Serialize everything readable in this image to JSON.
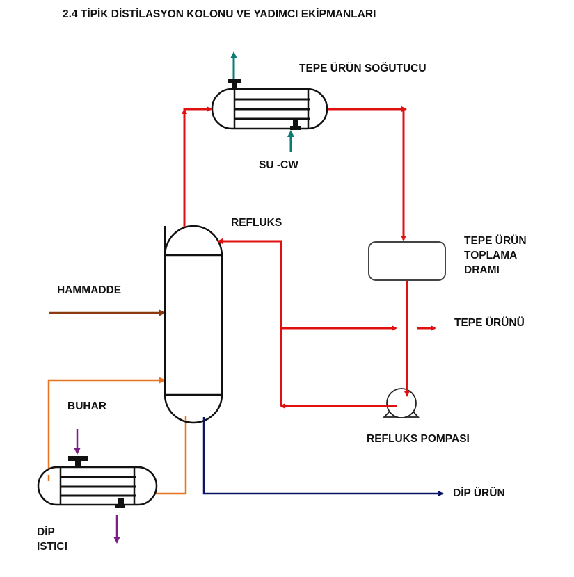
{
  "title": "2.4 TİPİK DİSTİLASYON KOLONU VE YADIMCI EKİPMANLARI",
  "labels": {
    "condenser": "TEPE ÜRÜN SOĞUTUCU",
    "cooling_water": "SU -CW",
    "reflux": "REFLUKS",
    "drum_line1": "TEPE ÜRÜN",
    "drum_line2": "TOPLAMA",
    "drum_line3": "DRAMI",
    "feed": "HAMMADDE",
    "top_product": "TEPE ÜRÜNÜ",
    "steam": "BUHAR",
    "reflux_pump": "REFLUKS POMPASI",
    "bottom_product": "DİP ÜRÜN",
    "reboiler_line1": "DİP",
    "reboiler_line2": "ISTICI"
  },
  "colors": {
    "overhead_vapor": "#e01010",
    "cooling_water": "#0e7a74",
    "feed": "#8b3a10",
    "reboiler_loop": "#e8731e",
    "steam": "#7b1f86",
    "bottoms": "#0c1466",
    "equipment": "#111111"
  }
}
